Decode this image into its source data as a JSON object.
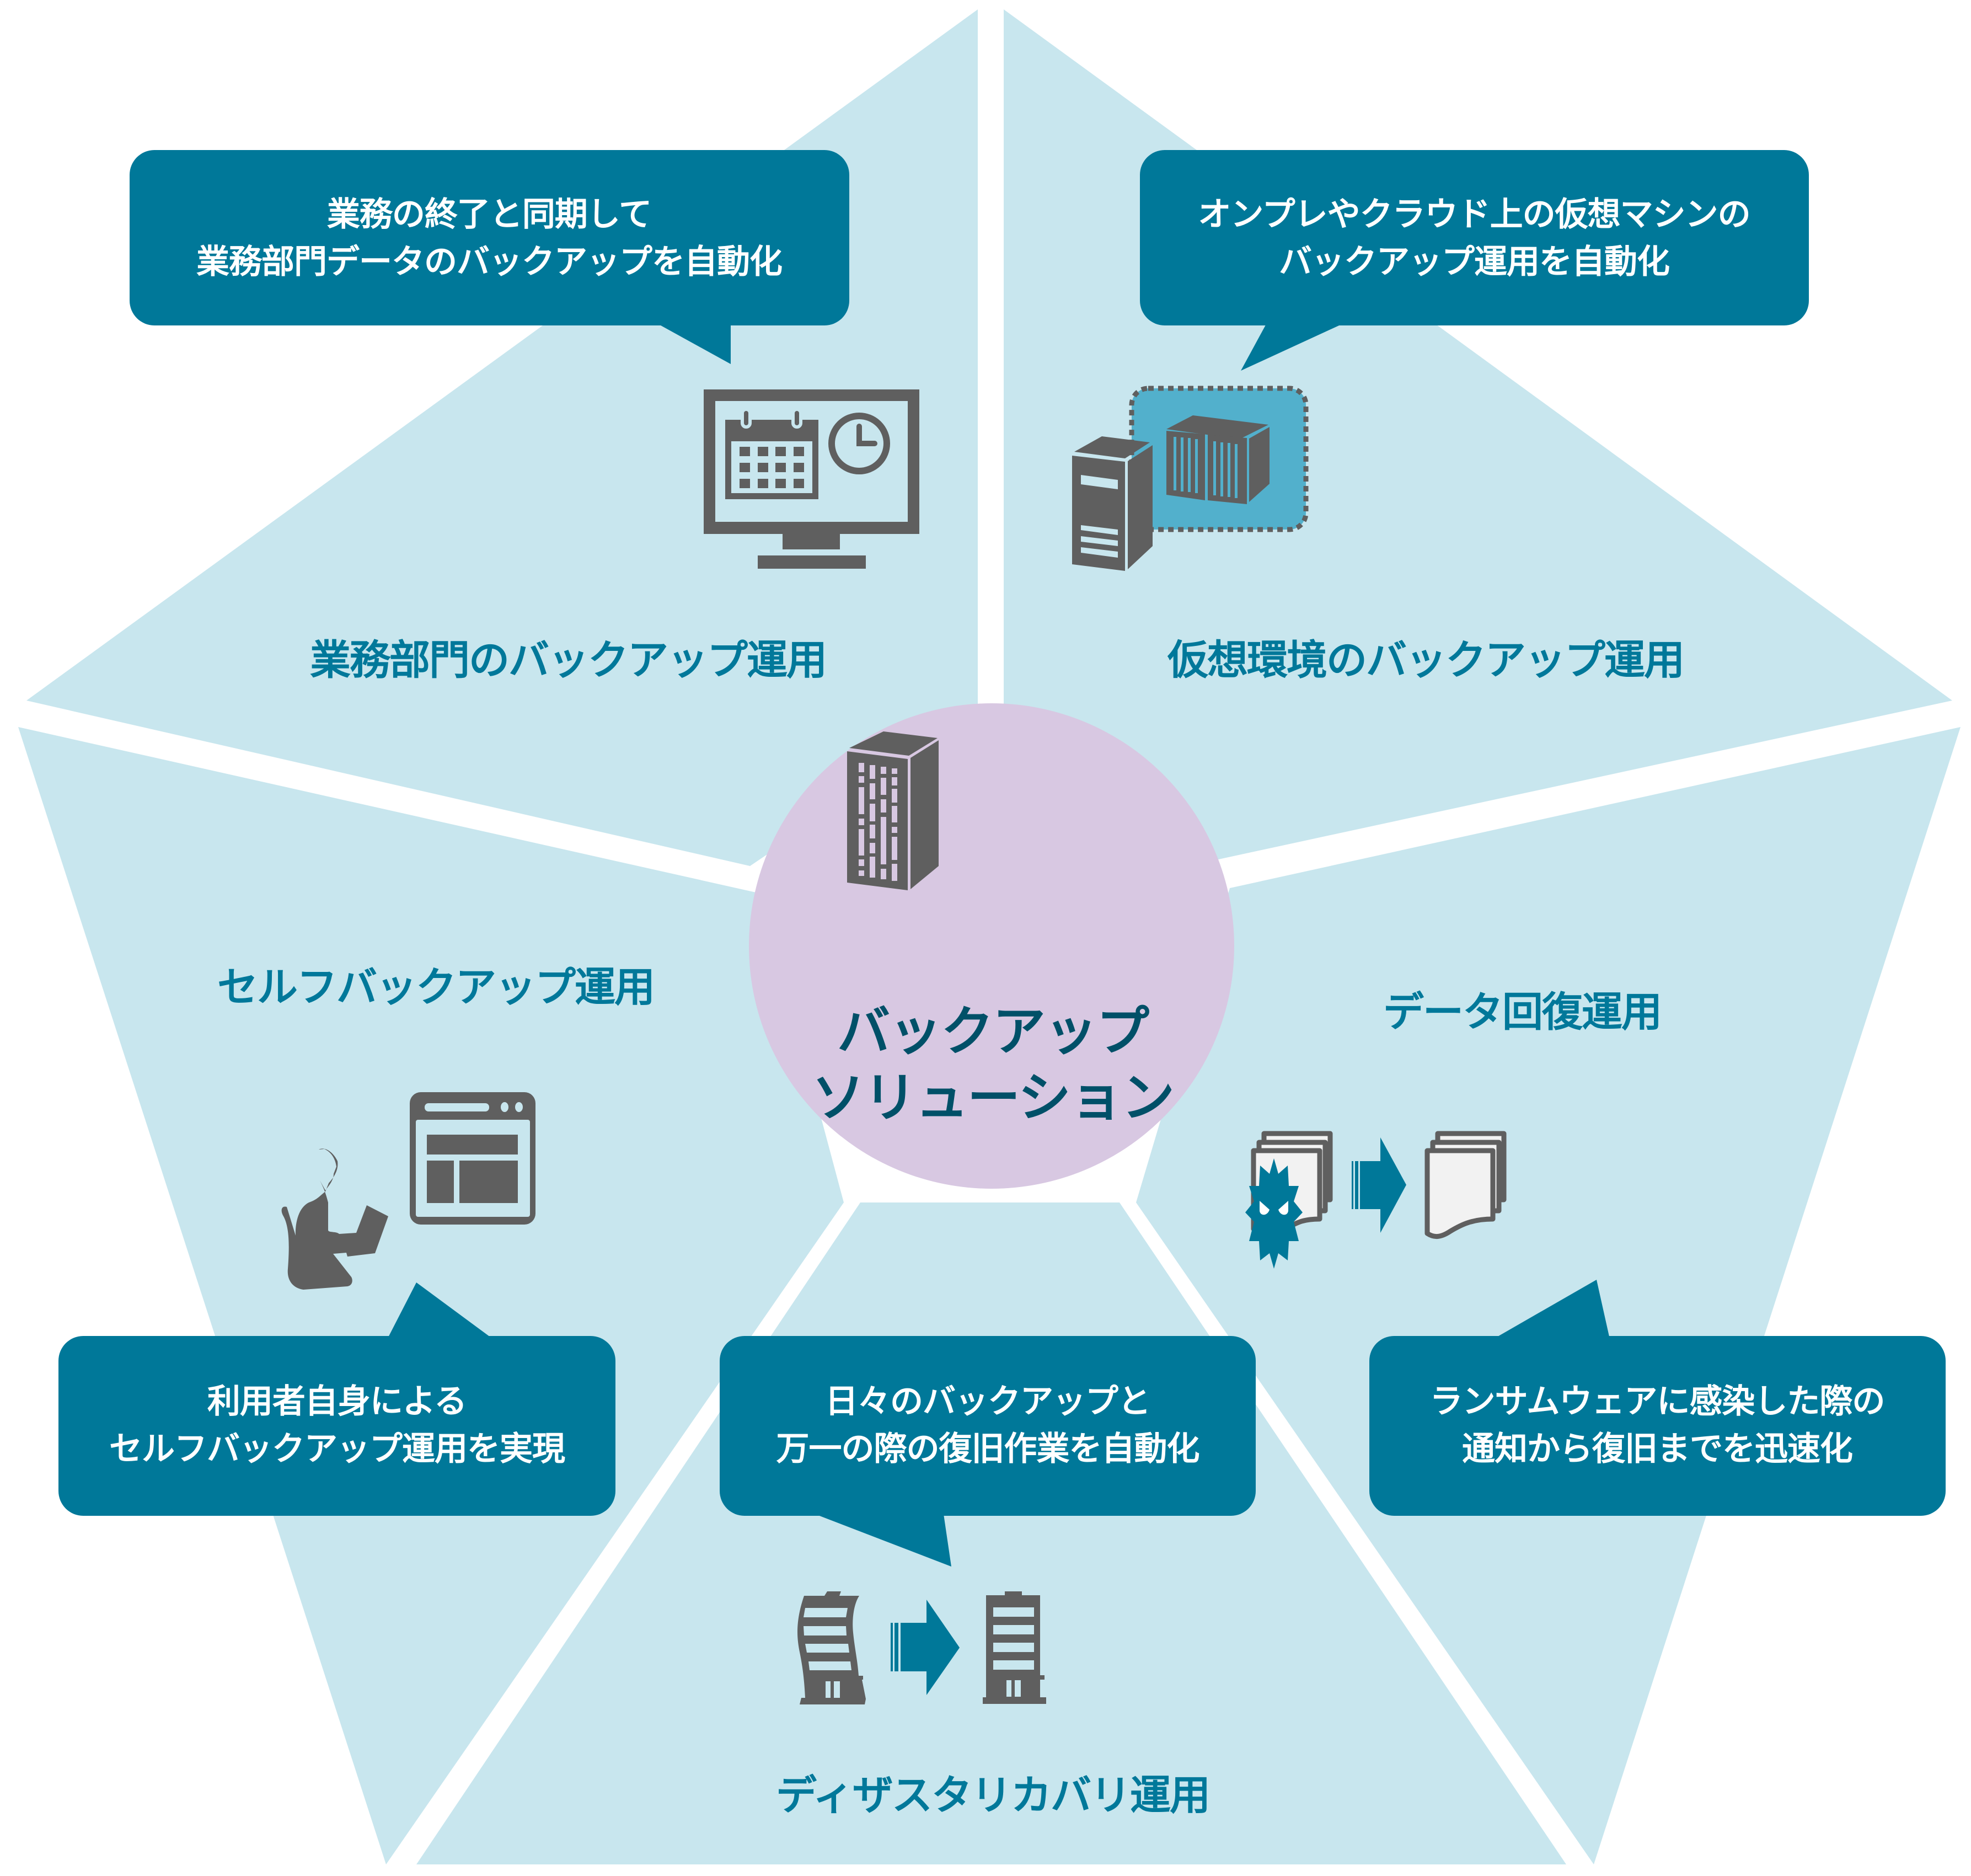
{
  "colors": {
    "panel": "#c8e6ee",
    "bubble": "#007899",
    "label": "#00789a",
    "center_circle": "#d8c8e2",
    "center_text": "#005068",
    "icon_gray": "#5f5f5f",
    "vm_box": "#52b0cc",
    "document": "#f2f2f2"
  },
  "center": {
    "title_line1": "バックアップ",
    "title_line2": "ソリューション",
    "icon": "office-building-icon"
  },
  "segments": [
    {
      "id": "business",
      "label": "業務部門のバックアップ運用",
      "bubble_line1": "業務の終了と同期して",
      "bubble_line2": "業務部門データのバックアップを自動化",
      "icon": "monitor-calendar-clock-icon"
    },
    {
      "id": "virtual",
      "label": "仮想環境のバックアップ運用",
      "bubble_line1": "オンプレやクラウド上の仮想マシンの",
      "bubble_line2": "バックアップ運用を自動化",
      "icon": "server-virtual-machines-icon"
    },
    {
      "id": "recovery",
      "label": "データ回復運用",
      "bubble_line1": "ランサムウェアに感染した際の",
      "bubble_line2": "通知から復旧までを迅速化",
      "icon": "virus-documents-restore-icon"
    },
    {
      "id": "disaster",
      "label": "ディザスタリカバリ運用",
      "bubble_line1": "日々のバックアップと",
      "bubble_line2": "万一の際の復旧作業を自動化",
      "icon": "damaged-building-restore-icon"
    },
    {
      "id": "self",
      "label": "セルフバックアップ運用",
      "bubble_line1": "利用者自身による",
      "bubble_line2": "セルフバックアップ運用を実現",
      "icon": "person-laptop-browser-icon"
    }
  ]
}
